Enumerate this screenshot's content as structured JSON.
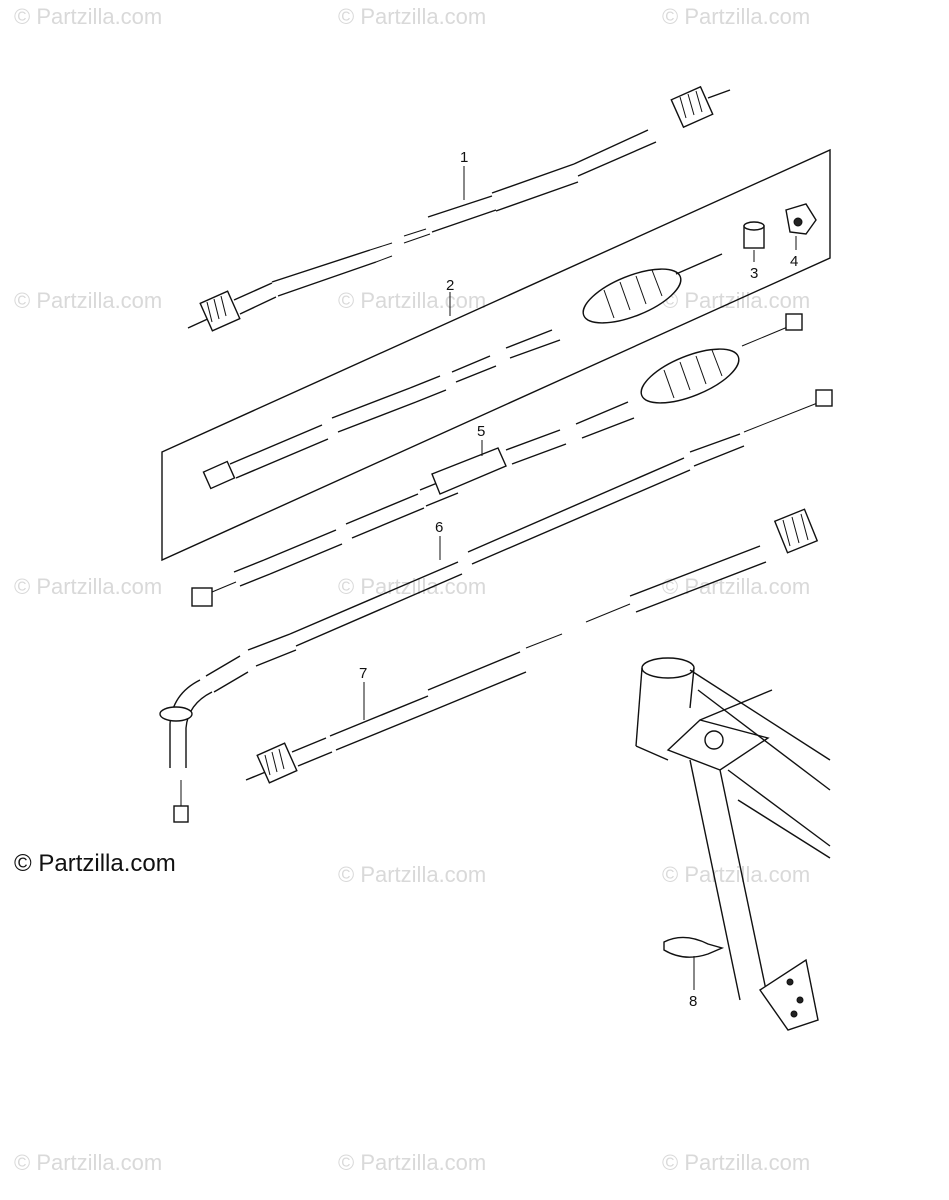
{
  "watermark": "© Partzilla.com",
  "copyright": "© Partzilla.com",
  "callouts": {
    "c1": "1",
    "c2": "2",
    "c3": "3",
    "c4": "4",
    "c5": "5",
    "c6": "6",
    "c7": "7",
    "c8": "8"
  }
}
